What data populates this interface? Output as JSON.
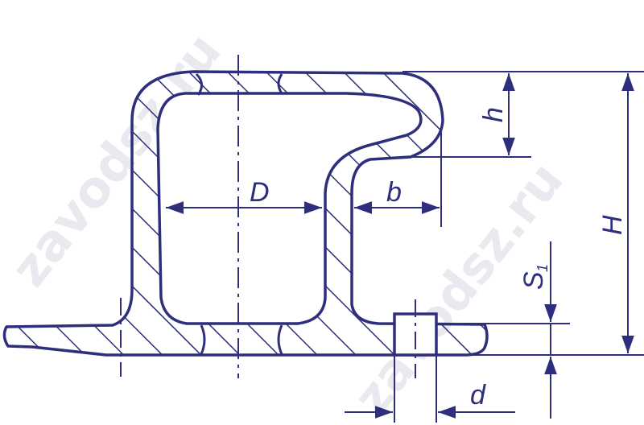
{
  "colors": {
    "ink": "#2e2f7c",
    "watermark": "#e9e9ef",
    "background": "#ffffff"
  },
  "watermark": {
    "text": "zavodsz.ru"
  },
  "dimensions": {
    "D": "D",
    "b": "b",
    "h": "h",
    "H": "H",
    "S1_main": "S",
    "S1_sub": "1",
    "d": "d"
  }
}
